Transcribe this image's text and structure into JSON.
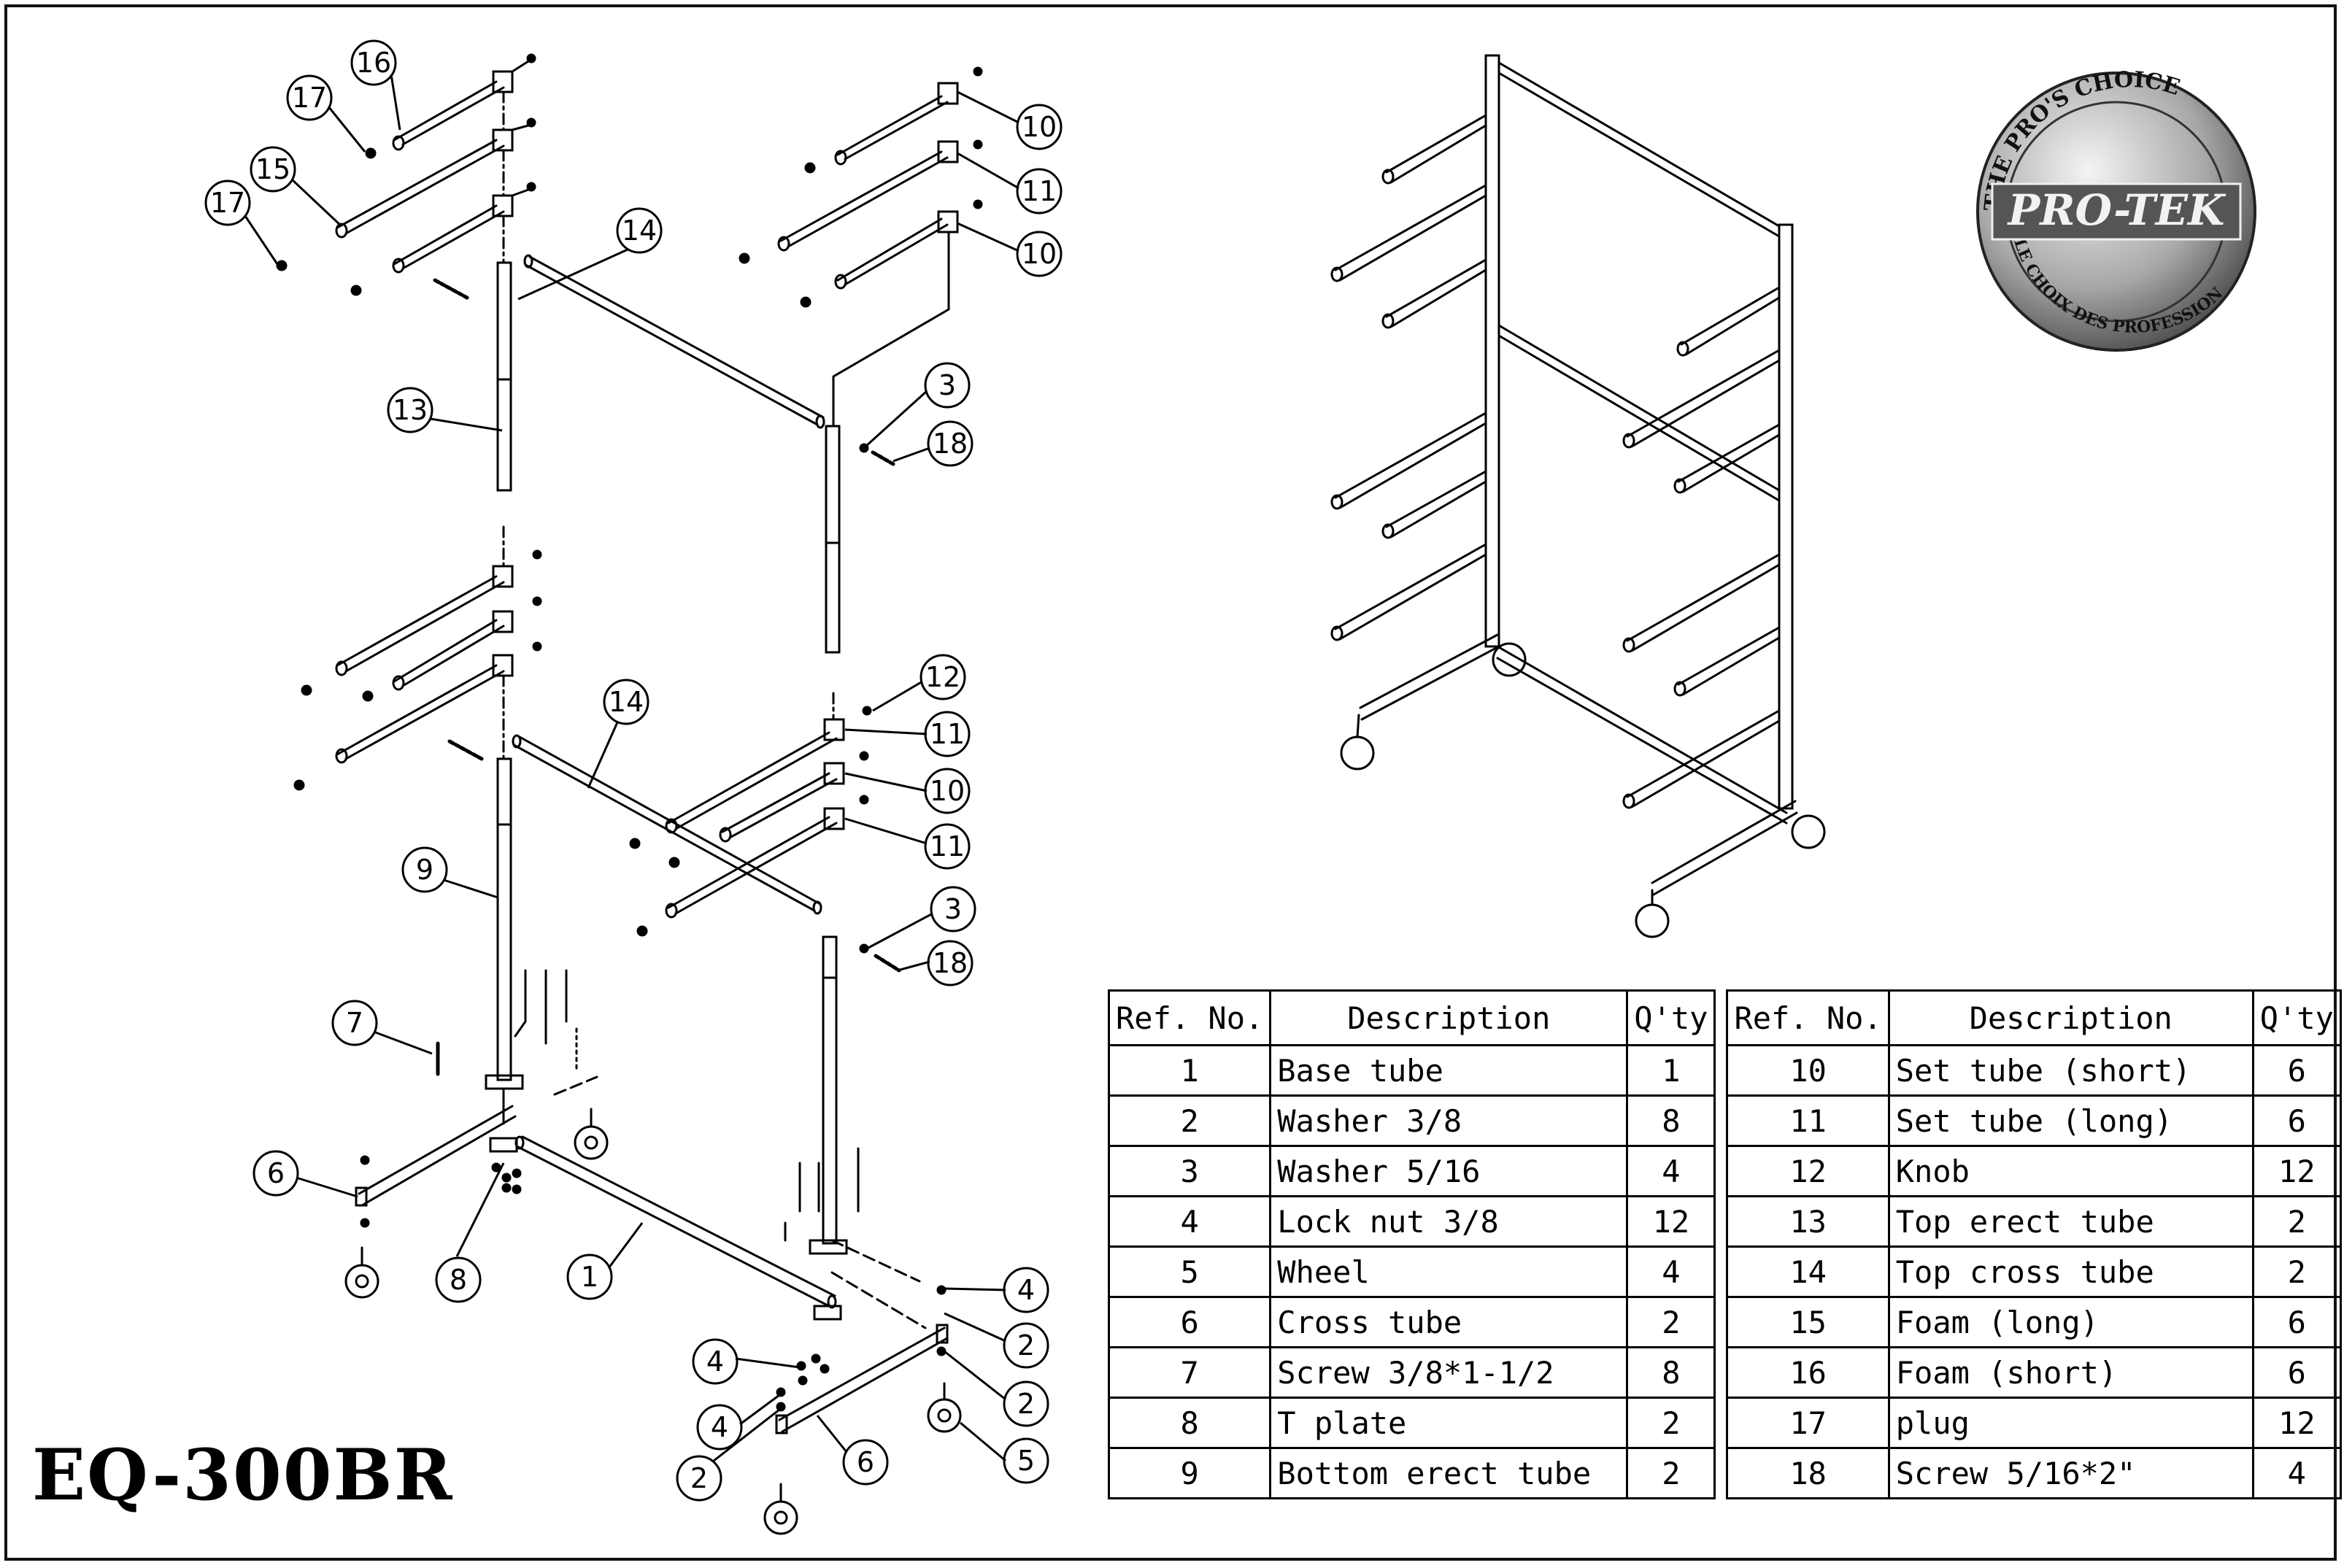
{
  "model": "EQ-300BR",
  "logo": {
    "top_text": "THE PRO'S CHOICE",
    "center_text": "PRO-TEK",
    "bottom_text": "LE CHOIX DES PROFESSIONNELS"
  },
  "callouts": {
    "c16": "16",
    "c17a": "17",
    "c15": "15",
    "c17b": "17",
    "c14a": "14",
    "c13": "13",
    "c10a": "10",
    "c11a": "11",
    "c10b": "10",
    "c3a": "3",
    "c18a": "18",
    "c14b": "14",
    "c12": "12",
    "c11b": "11",
    "c10c": "10",
    "c11c": "11",
    "c9": "9",
    "c3b": "3",
    "c18b": "18",
    "c7": "7",
    "c6a": "6",
    "c8": "8",
    "c1": "1",
    "c4a": "4",
    "c2a": "2",
    "c4b": "4",
    "c2b": "2",
    "c4c": "4",
    "c2c": "2",
    "c5": "5",
    "c6b": "6"
  },
  "table": {
    "headers": [
      "Ref. No.",
      "Description",
      "Q'ty",
      "Ref. No.",
      "Description",
      "Q'ty"
    ],
    "rows": [
      [
        "1",
        "Base tube",
        "1",
        "10",
        "Set tube (short)",
        "6"
      ],
      [
        "2",
        "Washer 3/8",
        "8",
        "11",
        "Set tube (long)",
        "6"
      ],
      [
        "3",
        "Washer 5/16",
        "4",
        "12",
        "Knob",
        "12"
      ],
      [
        "4",
        "Lock nut 3/8",
        "12",
        "13",
        "Top erect tube",
        "2"
      ],
      [
        "5",
        "Wheel",
        "4",
        "14",
        "Top cross tube",
        "2"
      ],
      [
        "6",
        "Cross tube",
        "2",
        "15",
        "Foam (long)",
        "6"
      ],
      [
        "7",
        "Screw 3/8*1-1/2",
        "8",
        "16",
        "Foam (short)",
        "6"
      ],
      [
        "8",
        "T plate",
        "2",
        "17",
        "plug",
        "12"
      ],
      [
        "9",
        "Bottom erect tube",
        "2",
        "18",
        "Screw 5/16*2\"",
        "4"
      ]
    ]
  }
}
